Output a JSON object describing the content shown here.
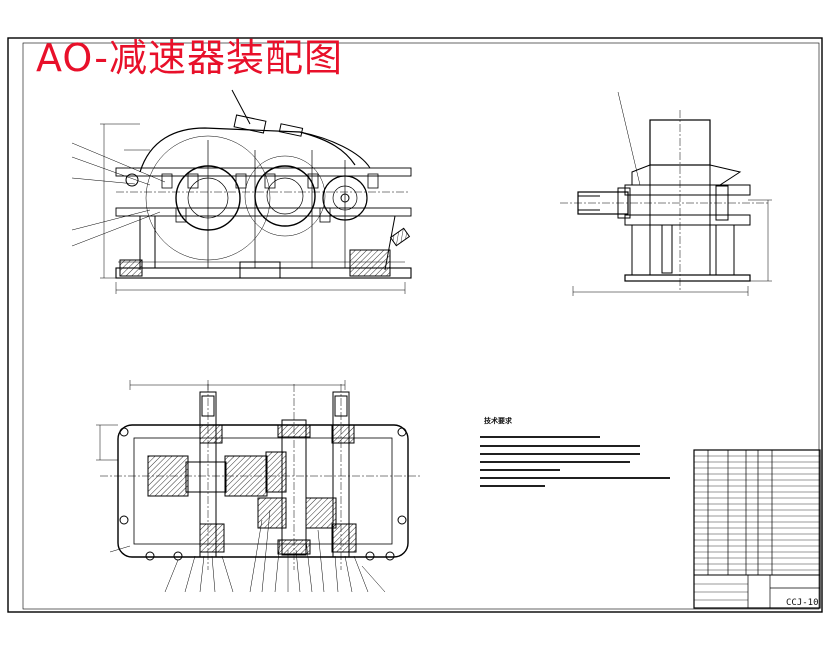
{
  "sheet": {
    "title": "AO-减速器装配图",
    "tech_requirements_title": "技术要求",
    "drawing_code": "CCJ-10",
    "title_color": "#e8102a"
  }
}
